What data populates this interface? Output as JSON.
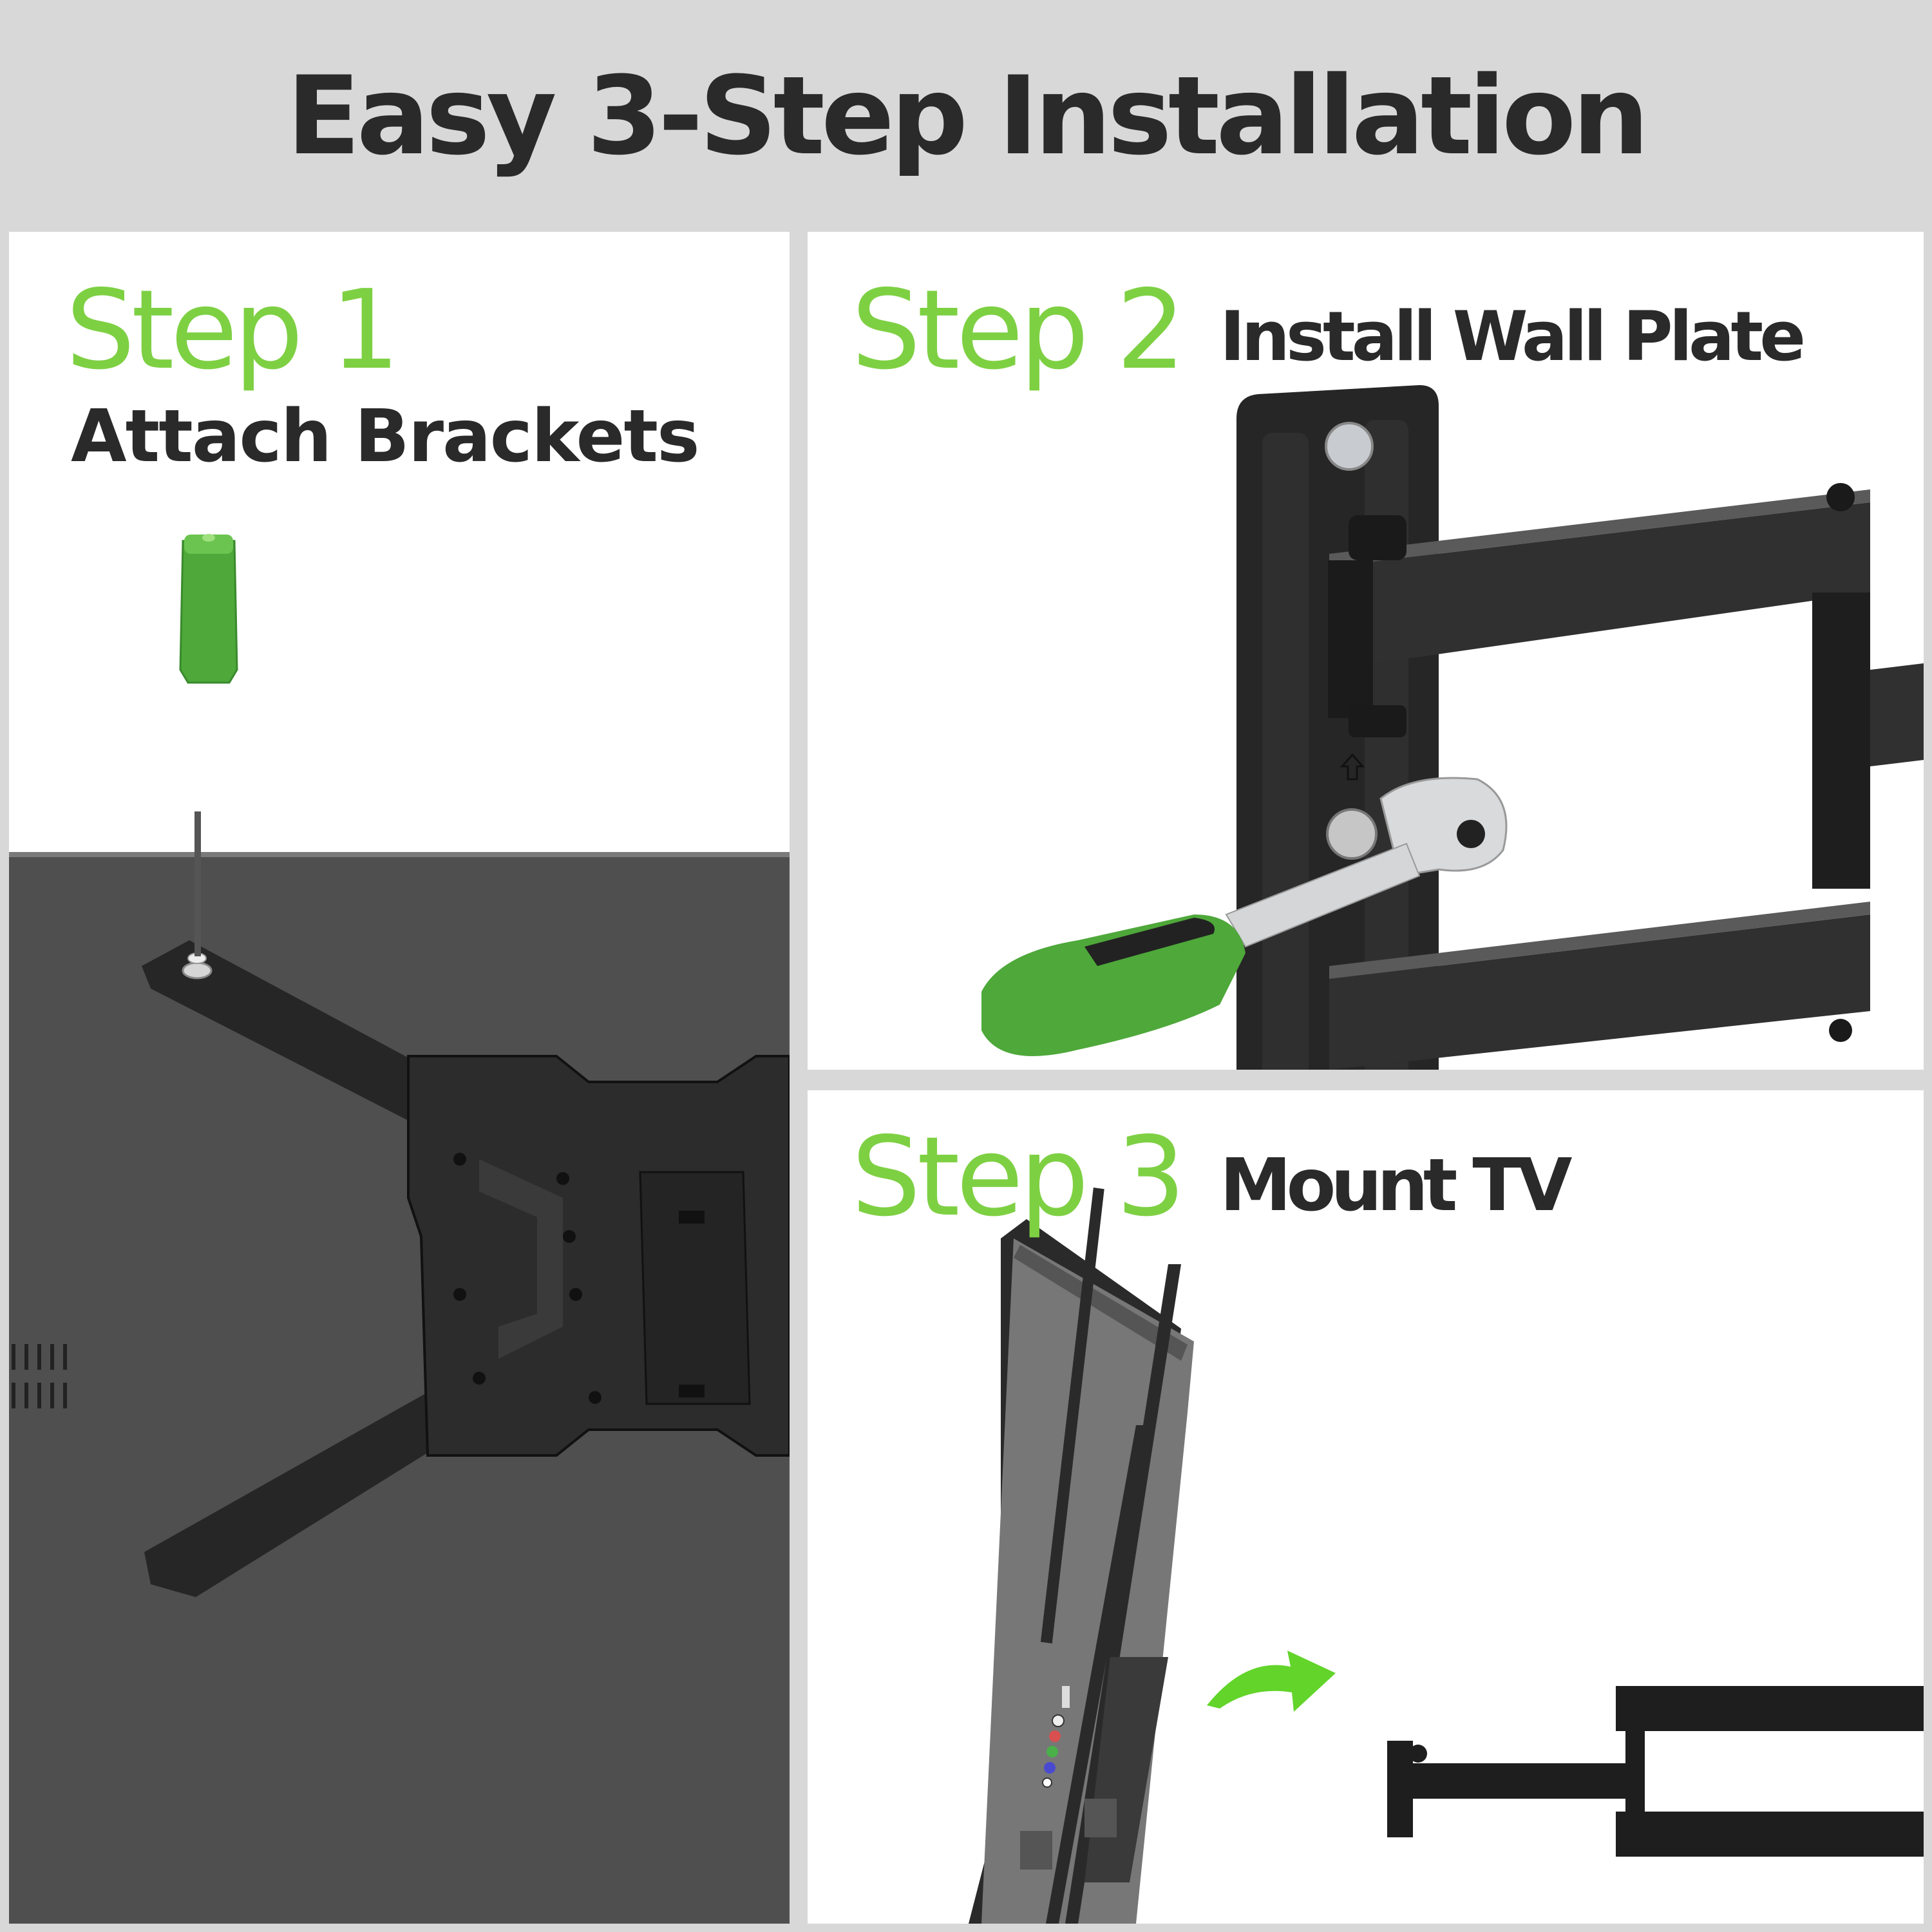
{
  "header": {
    "title": "Easy 3-Step Installation"
  },
  "steps": [
    {
      "label": "Step 1",
      "description": "Attach Brackets",
      "illustration": "screwdriver-attaching-brackets-to-tv-back-icon"
    },
    {
      "label": "Step 2",
      "description": "Install Wall Plate",
      "illustration": "ratchet-wrench-on-wall-plate-icon"
    },
    {
      "label": "Step 3",
      "description": "Mount TV",
      "illustration": "tv-hanging-on-arm-mount-icon"
    }
  ],
  "colors": {
    "background": "#d8d8d8",
    "panel": "#ffffff",
    "accent_green": "#7ed043",
    "title_text": "#2a2a2a",
    "tool_green": "#4ea83a",
    "metal_black": "#2c2c2c",
    "tv_back": "#4e4e4e"
  }
}
